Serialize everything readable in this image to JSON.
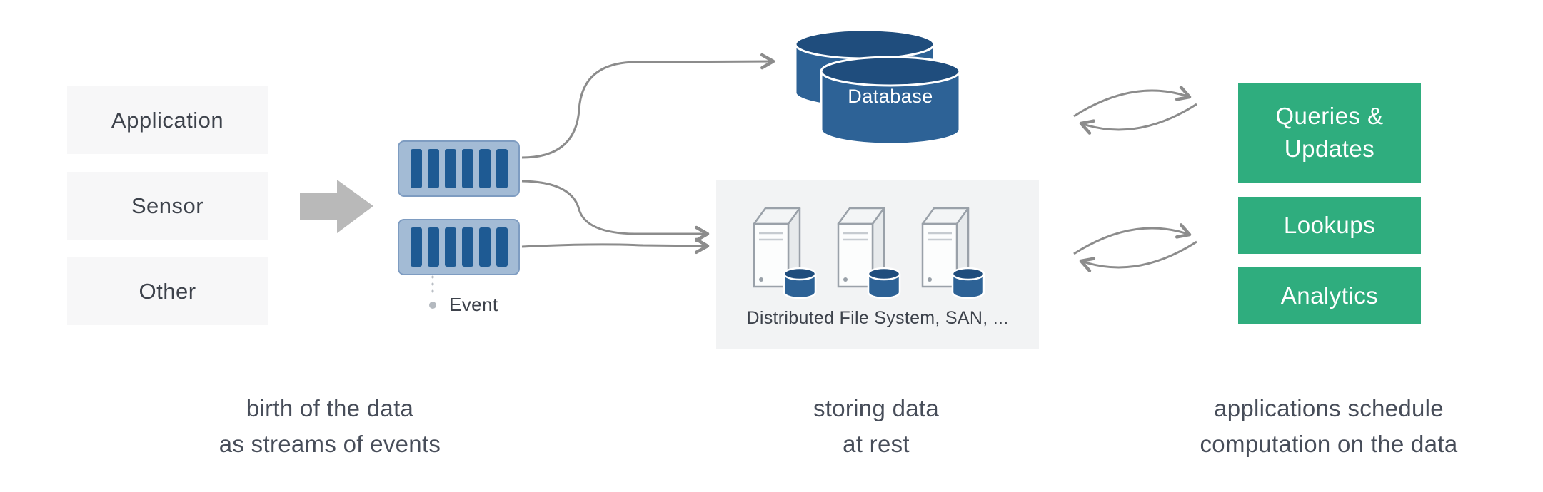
{
  "sources": {
    "items": [
      {
        "label": "Application"
      },
      {
        "label": "Sensor"
      },
      {
        "label": "Other"
      }
    ]
  },
  "stream": {
    "event_label": "Event",
    "queue_count": 2,
    "bars_per_queue": 6
  },
  "storage": {
    "database_label": "Database",
    "dfs_label": "Distributed File System, SAN, ..."
  },
  "consumers": {
    "items": [
      {
        "lines": [
          "Queries &",
          "Updates"
        ]
      },
      {
        "lines": [
          "Lookups"
        ]
      },
      {
        "lines": [
          "Analytics"
        ]
      }
    ]
  },
  "captions": [
    {
      "lines": [
        "birth of the data",
        "as streams of events"
      ]
    },
    {
      "lines": [
        "storing data",
        "at rest"
      ]
    },
    {
      "lines": [
        "applications schedule",
        "computation on the data"
      ]
    }
  ],
  "icons": [
    "flow-arrow-icon",
    "stream-queue-icon",
    "database-icon",
    "server-icon",
    "disk-icon",
    "sync-arrows-icon",
    "event-dot-icon"
  ],
  "colors": {
    "source_box_bg": "#f7f7f8",
    "text_dark": "#3d424b",
    "caption_color": "#474d59",
    "queue_fill": "#a3bbd5",
    "queue_border": "#7e9cc1",
    "queue_bar": "#1e5a93",
    "database_body": "#2d6296",
    "database_top": "#1f4d7d",
    "dfs_bg": "#f2f3f4",
    "green": "#2fad7e",
    "arrow_gray": "#8c8c8c",
    "big_arrow": "#b9b9b9"
  }
}
